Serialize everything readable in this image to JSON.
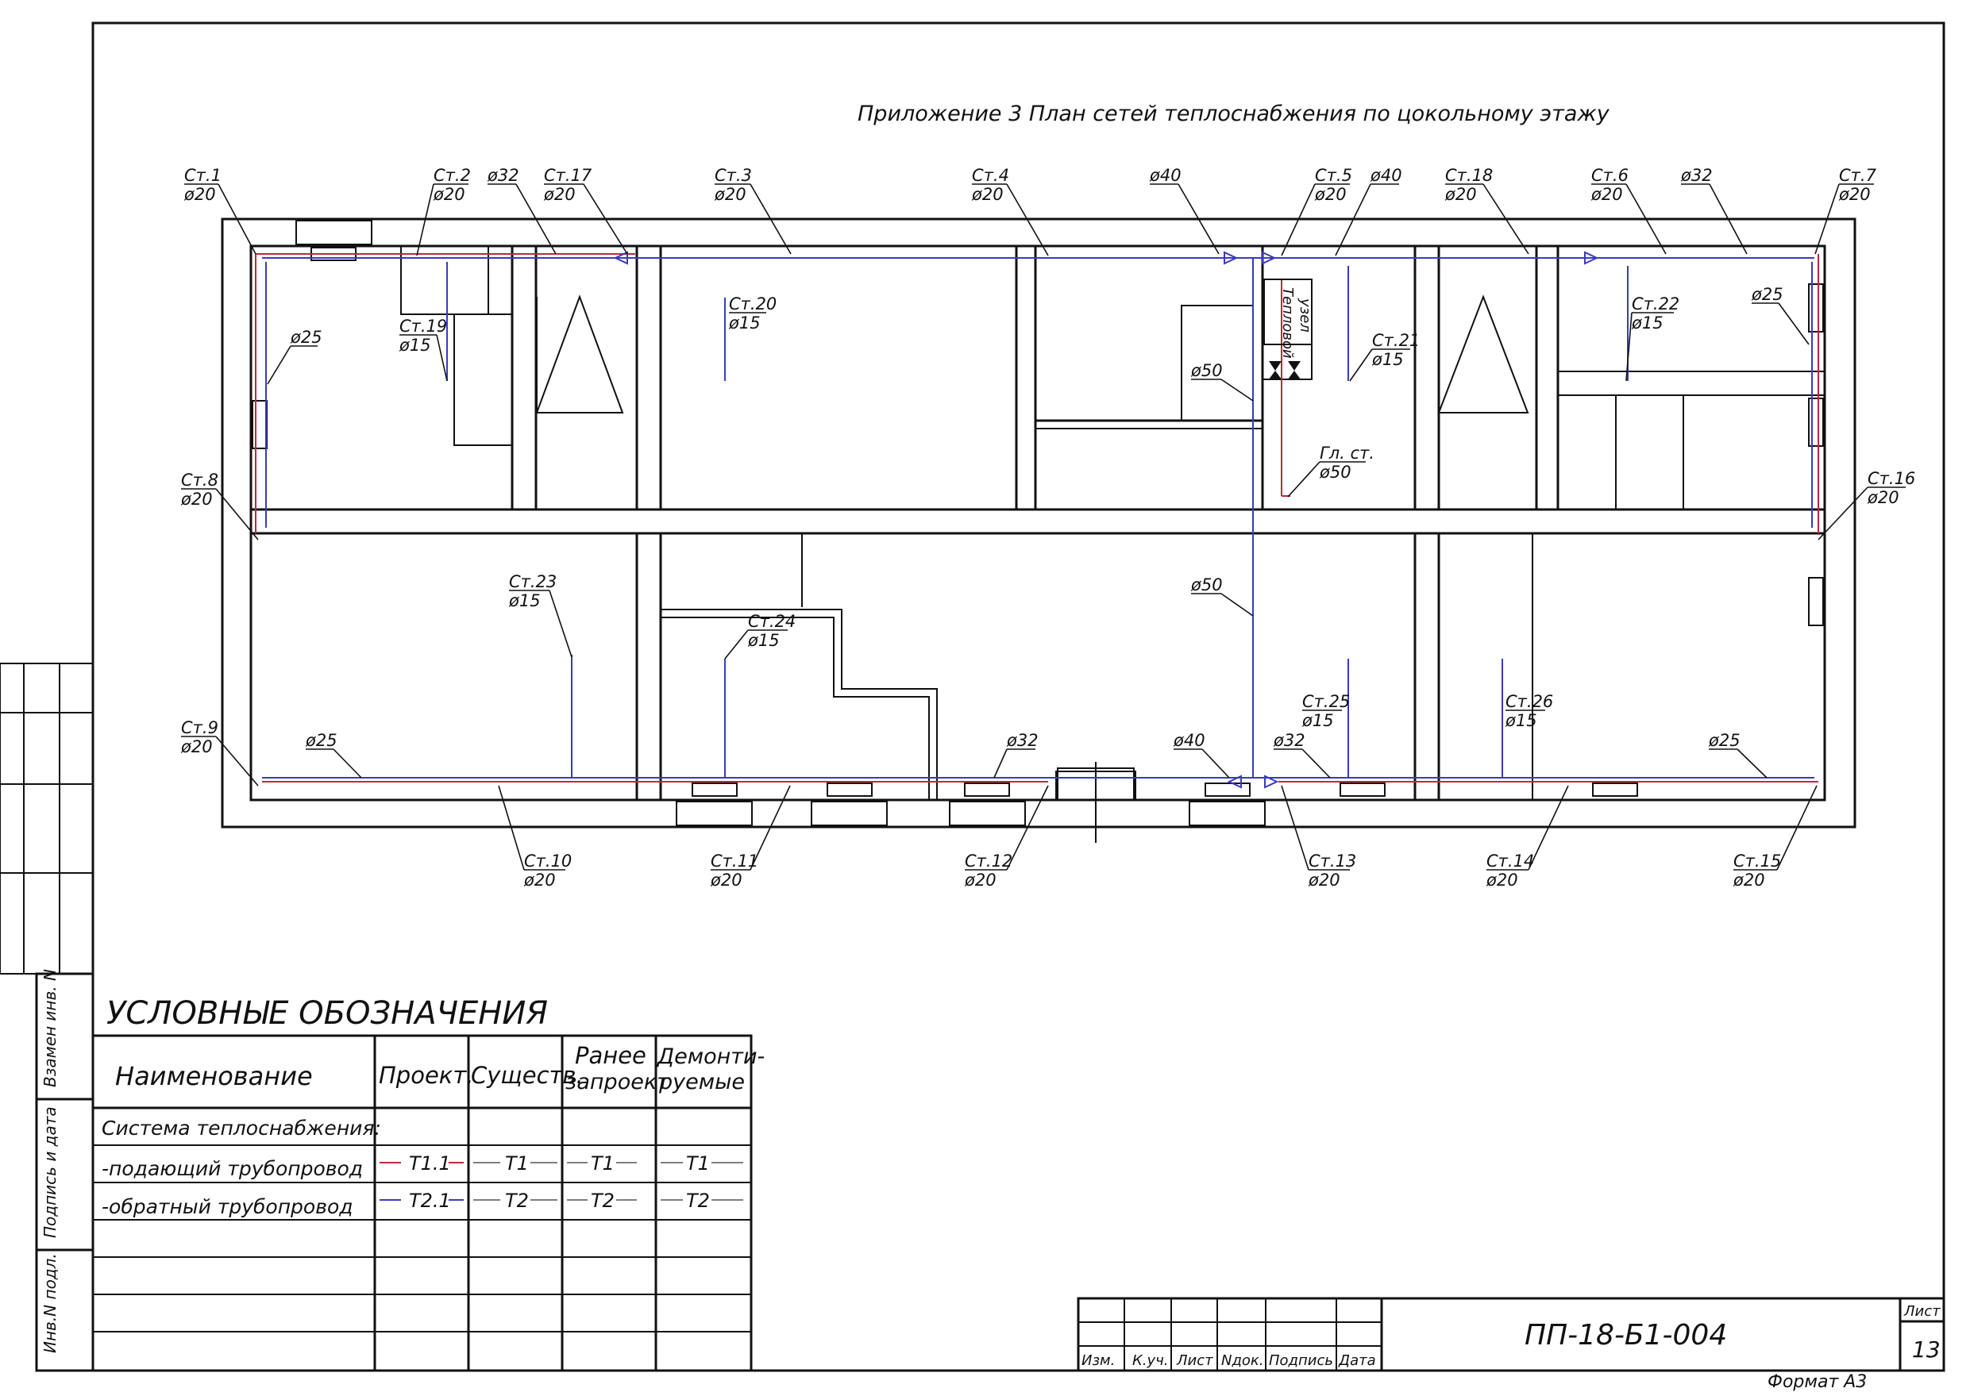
{
  "title": "Приложение 3 План сетей теплоснабжения по цокольному этажу",
  "risers": [
    {
      "name": "Ст.1",
      "dia": "ø20"
    },
    {
      "name": "Ст.2",
      "dia": "ø20"
    },
    {
      "name": "Ст.17",
      "dia": "ø20"
    },
    {
      "name": "Ст.3",
      "dia": "ø20"
    },
    {
      "name": "Ст.4",
      "dia": "ø20"
    },
    {
      "name": "Ст.5",
      "dia": "ø20"
    },
    {
      "name": "Ст.18",
      "dia": "ø20"
    },
    {
      "name": "Ст.6",
      "dia": "ø20"
    },
    {
      "name": "Ст.7",
      "dia": "ø20"
    },
    {
      "name": "Ст.19",
      "dia": "ø15"
    },
    {
      "name": "Ст.20",
      "dia": "ø15"
    },
    {
      "name": "Ст.21",
      "dia": "ø15"
    },
    {
      "name": "Ст.22",
      "dia": "ø15"
    },
    {
      "name": "Ст.8",
      "dia": "ø20"
    },
    {
      "name": "Ст.16",
      "dia": "ø20"
    },
    {
      "name": "Гл. ст.",
      "dia": "ø50"
    },
    {
      "name": "Ст.23",
      "dia": "ø15"
    },
    {
      "name": "Ст.24",
      "dia": "ø15"
    },
    {
      "name": "Ст.25",
      "dia": "ø15"
    },
    {
      "name": "Ст.26",
      "dia": "ø15"
    },
    {
      "name": "Ст.9",
      "dia": "ø20"
    },
    {
      "name": "Ст.10",
      "dia": "ø20"
    },
    {
      "name": "Ст.11",
      "dia": "ø20"
    },
    {
      "name": "Ст.12",
      "dia": "ø20"
    },
    {
      "name": "Ст.13",
      "dia": "ø20"
    },
    {
      "name": "Ст.14",
      "dia": "ø20"
    },
    {
      "name": "Ст.15",
      "dia": "ø20"
    }
  ],
  "diameters": [
    "ø32",
    "ø40",
    "ø40",
    "ø32",
    "ø25",
    "ø25",
    "ø50",
    "ø50",
    "ø25",
    "ø32",
    "ø40",
    "ø32",
    "ø25"
  ],
  "heat_unit": [
    "Тепловой",
    "узел"
  ],
  "legend": {
    "title": "УСЛОВНЫЕ ОБОЗНАЧЕНИЯ",
    "col_name": "Наименование",
    "col_proj": "Проект.",
    "col_exist": "Существ.",
    "col_prev": [
      "Ранее",
      "запроект"
    ],
    "col_dem": [
      "Демонти-",
      "руемые"
    ],
    "system": "Система теплоснабжения:",
    "row_supply": {
      "name": "-подающий трубопровод",
      "proj": "Т1.1",
      "exist": "Т1",
      "prev": "Т1",
      "dem": "Т1"
    },
    "row_return": {
      "name": "-обратный трубопровод",
      "proj": "Т2.1",
      "exist": "Т2",
      "prev": "Т2",
      "dem": "Т2"
    }
  },
  "side_stamp": {
    "inv_replace": "Взамен инв. N",
    "sign_date": "Подпись и дата",
    "inv_orig": "Инв.N подл."
  },
  "title_block": {
    "code": "ПП-18-Б1-004",
    "cols": [
      "Изм.",
      "К.уч.",
      "Лист",
      "Nдок.",
      "Подпись",
      "Дата"
    ],
    "sheet_label": "Лист",
    "sheet_no": "13"
  },
  "format": "Формат А3",
  "colors": {
    "supply": "#c0283a",
    "return": "#3a3ac0",
    "lines": "#111111"
  }
}
